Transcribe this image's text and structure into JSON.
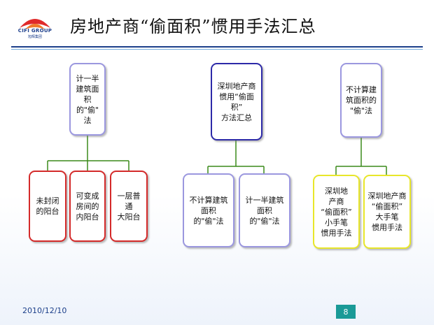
{
  "header": {
    "title": "房地产商“偷面积”惯用手法汇总",
    "logo": {
      "brand": "CIFI GROUP",
      "sub": "旭辉集团",
      "icon": "mountain-logo-icon"
    }
  },
  "diagrams": [
    {
      "root": "计一半\n建筑面\n积的\"偷\"\n法",
      "children": [
        "未封闭\n的阳台",
        "可变成\n房间的\n内阳台",
        "一层普通\n大阳台"
      ]
    },
    {
      "root": "深圳地产商\n惯用“偷面积”\n方法汇总",
      "children": [
        "不计算建筑\n面积的\"偷\"法",
        "计一半建筑\n面积的\"偷\"法"
      ]
    },
    {
      "root": "不计算建\n筑面积的\n\"偷\"法",
      "children": [
        "深圳地\n产商\n“偷面积”\n小手笔\n惯用手法",
        "深圳地产商\n“偷面积”\n大手笔\n惯用手法"
      ]
    }
  ],
  "footer": {
    "date": "2010/12/10",
    "page": "8"
  },
  "colors": {
    "accent": "#1c3f8a",
    "connector": "#3a8a1a",
    "badge": "#1a9a97"
  }
}
